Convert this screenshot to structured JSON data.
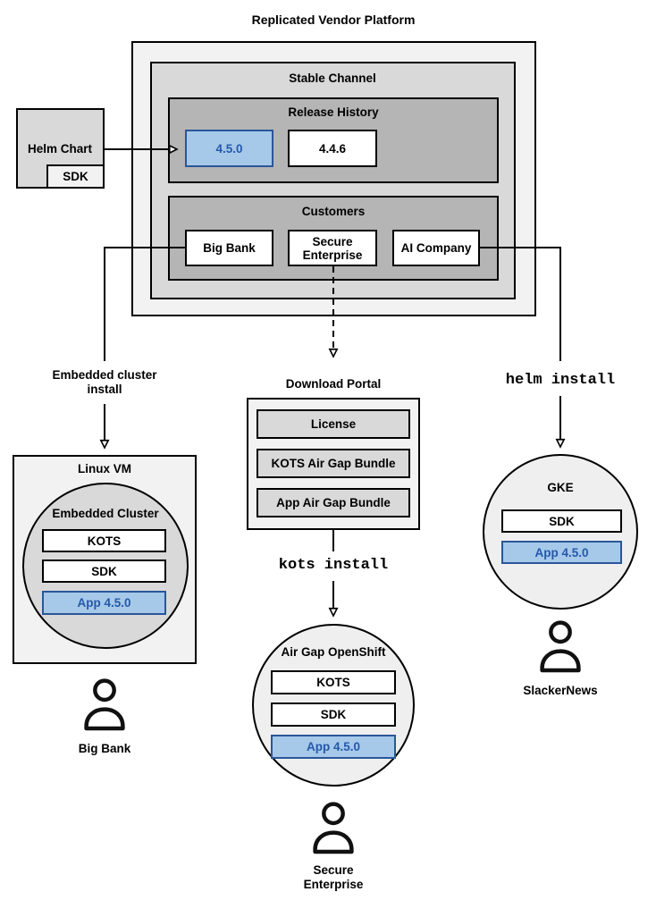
{
  "title": "Replicated Vendor Platform",
  "colors": {
    "blue_fill": "#a6c9ea",
    "blue_border": "#2a5699",
    "blue_text": "#2458a8",
    "gray_light": "#f2f2f2",
    "gray_mid": "#d9d9d9",
    "gray_dark": "#b5b5b5",
    "circle_fill": "#efefef",
    "line_color": "#000000"
  },
  "platform": {
    "stable_channel_label": "Stable Channel",
    "release_history_label": "Release History",
    "release_current": "4.5.0",
    "release_previous": "4.4.6",
    "customers_label": "Customers",
    "customer_big_bank": "Big Bank",
    "customer_secure_enterprise": "Secure Enterprise",
    "customer_ai_company": "AI Company"
  },
  "helm_chart": {
    "label": "Helm Chart",
    "sdk": "SDK"
  },
  "edges": {
    "embedded_install_label": "Embedded cluster install",
    "kots_install_label": "kots install",
    "helm_install_label": "helm install"
  },
  "download_portal": {
    "label": "Download Portal",
    "items": [
      "License",
      "KOTS Air Gap Bundle",
      "App Air Gap Bundle"
    ]
  },
  "linux_vm": {
    "label": "Linux VM",
    "cluster_label": "Embedded Cluster",
    "components": [
      "KOTS",
      "SDK",
      "App 4.5.0"
    ]
  },
  "openshift": {
    "label": "Air Gap OpenShift",
    "components": [
      "KOTS",
      "SDK",
      "App 4.5.0"
    ]
  },
  "gke": {
    "label": "GKE",
    "components": [
      "SDK",
      "App 4.5.0"
    ]
  },
  "personas": {
    "big_bank": "Big Bank",
    "secure_enterprise": "Secure Enterprise",
    "slackernews": "SlackerNews"
  }
}
